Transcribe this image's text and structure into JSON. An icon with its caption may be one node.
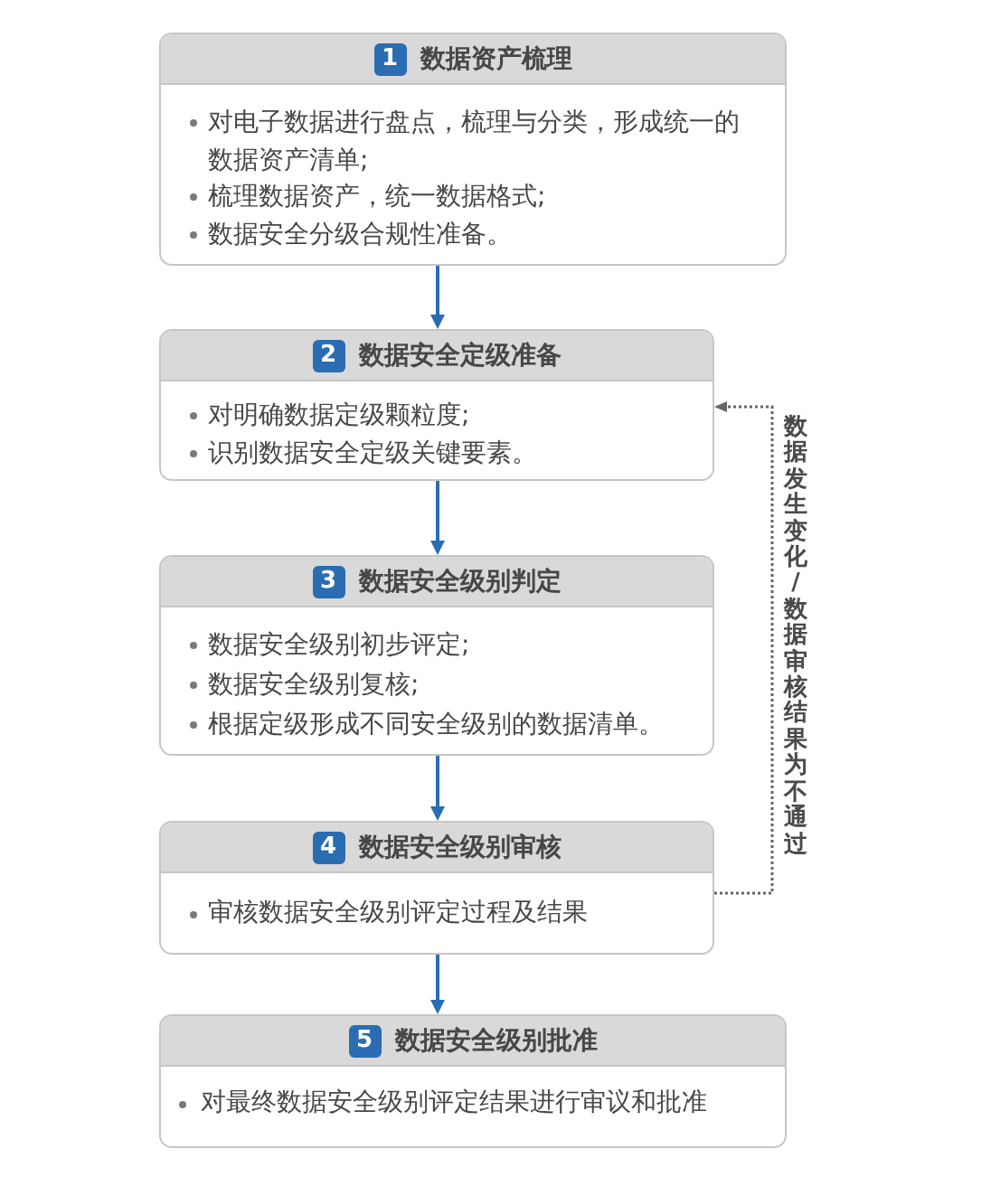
{
  "diagram": {
    "nodes": [
      {
        "text": [
          "1",
          "数据资产梳理",
          "对电子数据进行盘点，梳理与分类，形成统一的数据资产清单;",
          "梳理数据资产，统一数据格式;",
          "数据安全分级合规性准备。"
        ]
      },
      {
        "text": [
          "2",
          "数据安全定级准备",
          "对明确数据定级颗粒度;",
          "识别数据安全定级关键要素。"
        ]
      },
      {
        "text": [
          "3",
          "数据安全级别判定",
          "数据安全级别初步评定;",
          "数据安全级别复核;",
          "根据定级形成不同安全级别的数据清单。"
        ]
      },
      {
        "text": [
          "4",
          "数据安全级别审核",
          "审核数据安全级别评定过程及结果"
        ]
      },
      {
        "text": [
          "5",
          "数据安全级别批准",
          "对最终数据安全级别评定结果进行审议和批准"
        ]
      }
    ],
    "edges": [
      {
        "from": 0,
        "to": 1,
        "arrow": "to"
      },
      {
        "from": 1,
        "to": 2,
        "arrow": "to"
      },
      {
        "from": 2,
        "to": 3,
        "arrow": "to"
      },
      {
        "from": 3,
        "to": 4,
        "arrow": "to"
      },
      {
        "from": 3,
        "to": 1,
        "arrow": "to",
        "label": "数据发生变化/数据审核结果为不通过",
        "style": "dashed",
        "color": "#666666"
      }
    ]
  }
}
